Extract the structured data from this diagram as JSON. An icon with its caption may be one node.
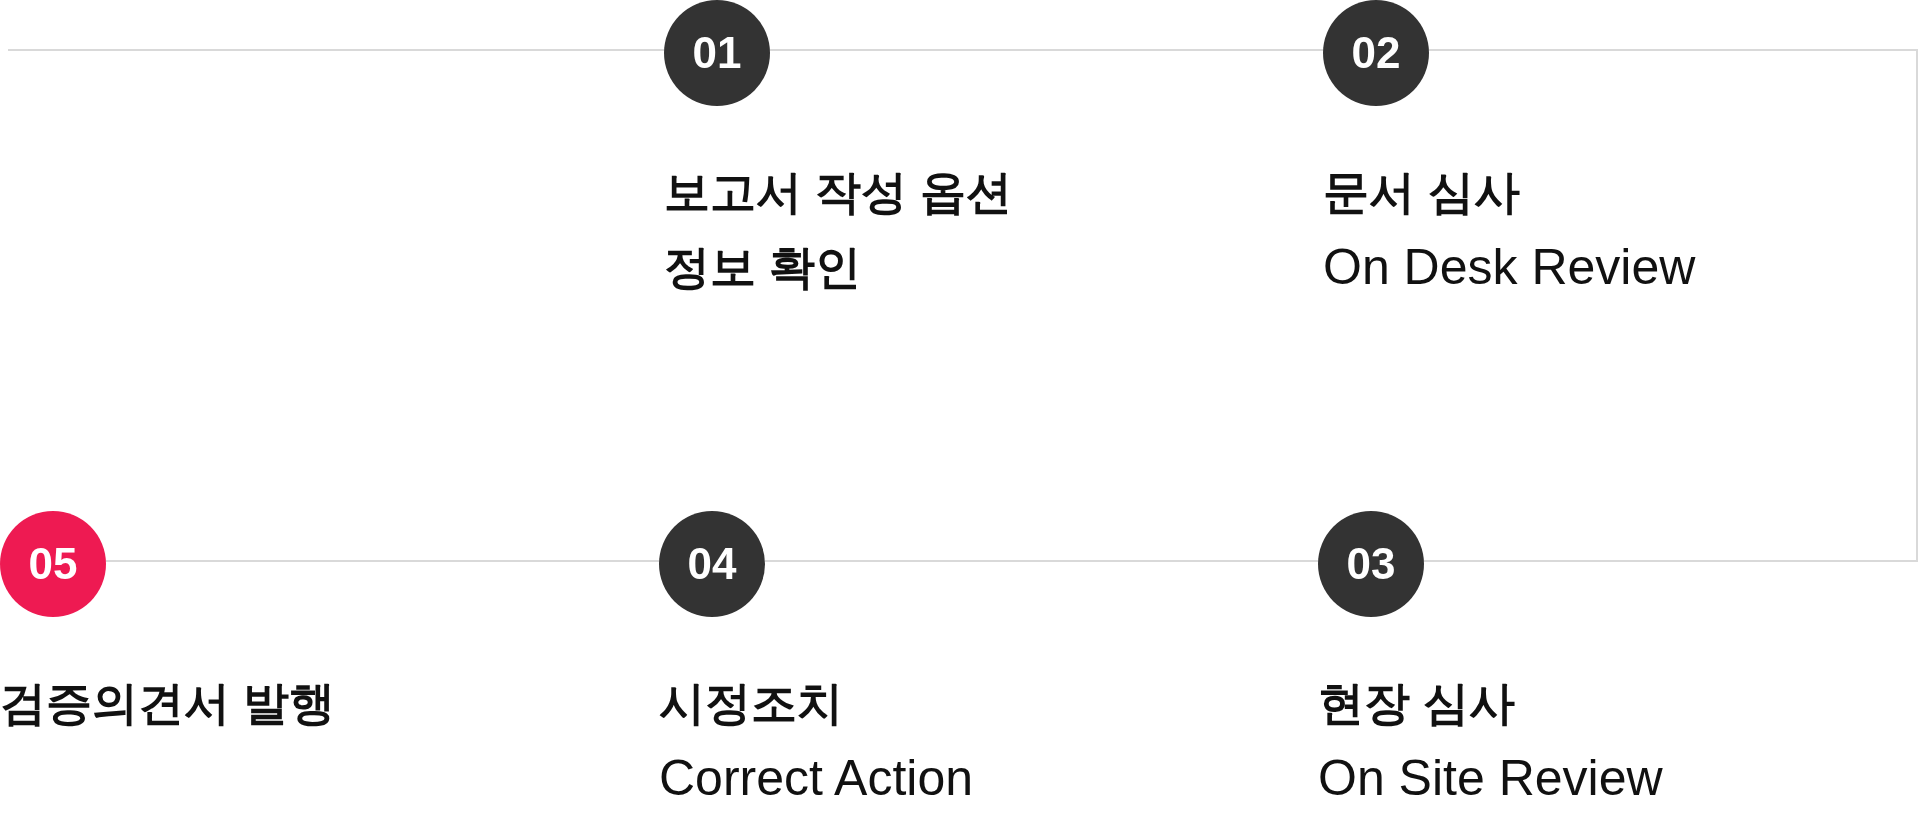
{
  "diagram": {
    "nodes": [
      {
        "text": [
          "01"
        ],
        "beside": [
          "보고서 작성 옵션 정보 확인"
        ]
      },
      {
        "text": [
          "02"
        ],
        "beside": [
          "문서 심사",
          "On Desk Review"
        ]
      },
      {
        "text": [
          "03"
        ],
        "beside": [
          "현장 심사",
          "On Site Review"
        ]
      },
      {
        "text": [
          "04"
        ],
        "beside": [
          "시정조치",
          "Correct Action"
        ]
      },
      {
        "text": [
          "05"
        ],
        "beside": [
          "검증의견서 발행"
        ]
      }
    ],
    "edges": [
      {
        "from": null,
        "to": 0,
        "arrow": "none"
      },
      {
        "from": 0,
        "to": 1,
        "arrow": "none"
      },
      {
        "from": 1,
        "to": 2,
        "arrow": "none"
      },
      {
        "from": 2,
        "to": 3,
        "arrow": "none"
      },
      {
        "from": 3,
        "to": 4,
        "arrow": "none"
      }
    ]
  }
}
